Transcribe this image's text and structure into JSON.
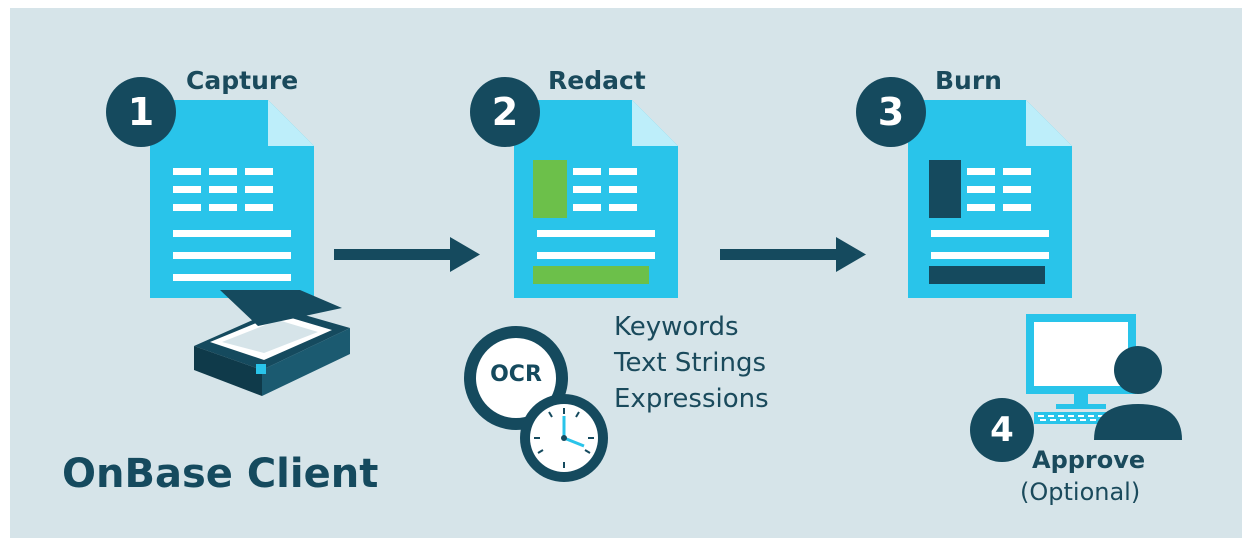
{
  "steps": [
    {
      "number": "1",
      "title": "Capture"
    },
    {
      "number": "2",
      "title": "Redact"
    },
    {
      "number": "3",
      "title": "Burn"
    },
    {
      "number": "4",
      "title": "Approve",
      "subtitle": "(Optional)"
    }
  ],
  "ocr": {
    "label": "OCR",
    "criteria": [
      "Keywords",
      "Text Strings",
      "Expressions"
    ]
  },
  "client_label": "OnBase Client",
  "icons": [
    "scanner-icon",
    "clock-icon",
    "computer-user-icon",
    "document-icon",
    "arrow-right-icon"
  ],
  "colors": {
    "background": "#d6e4e9",
    "document": "#29c4ea",
    "dark": "#154a5e",
    "redact_green": "#6cc04a",
    "burn_dark": "#154a5e"
  }
}
